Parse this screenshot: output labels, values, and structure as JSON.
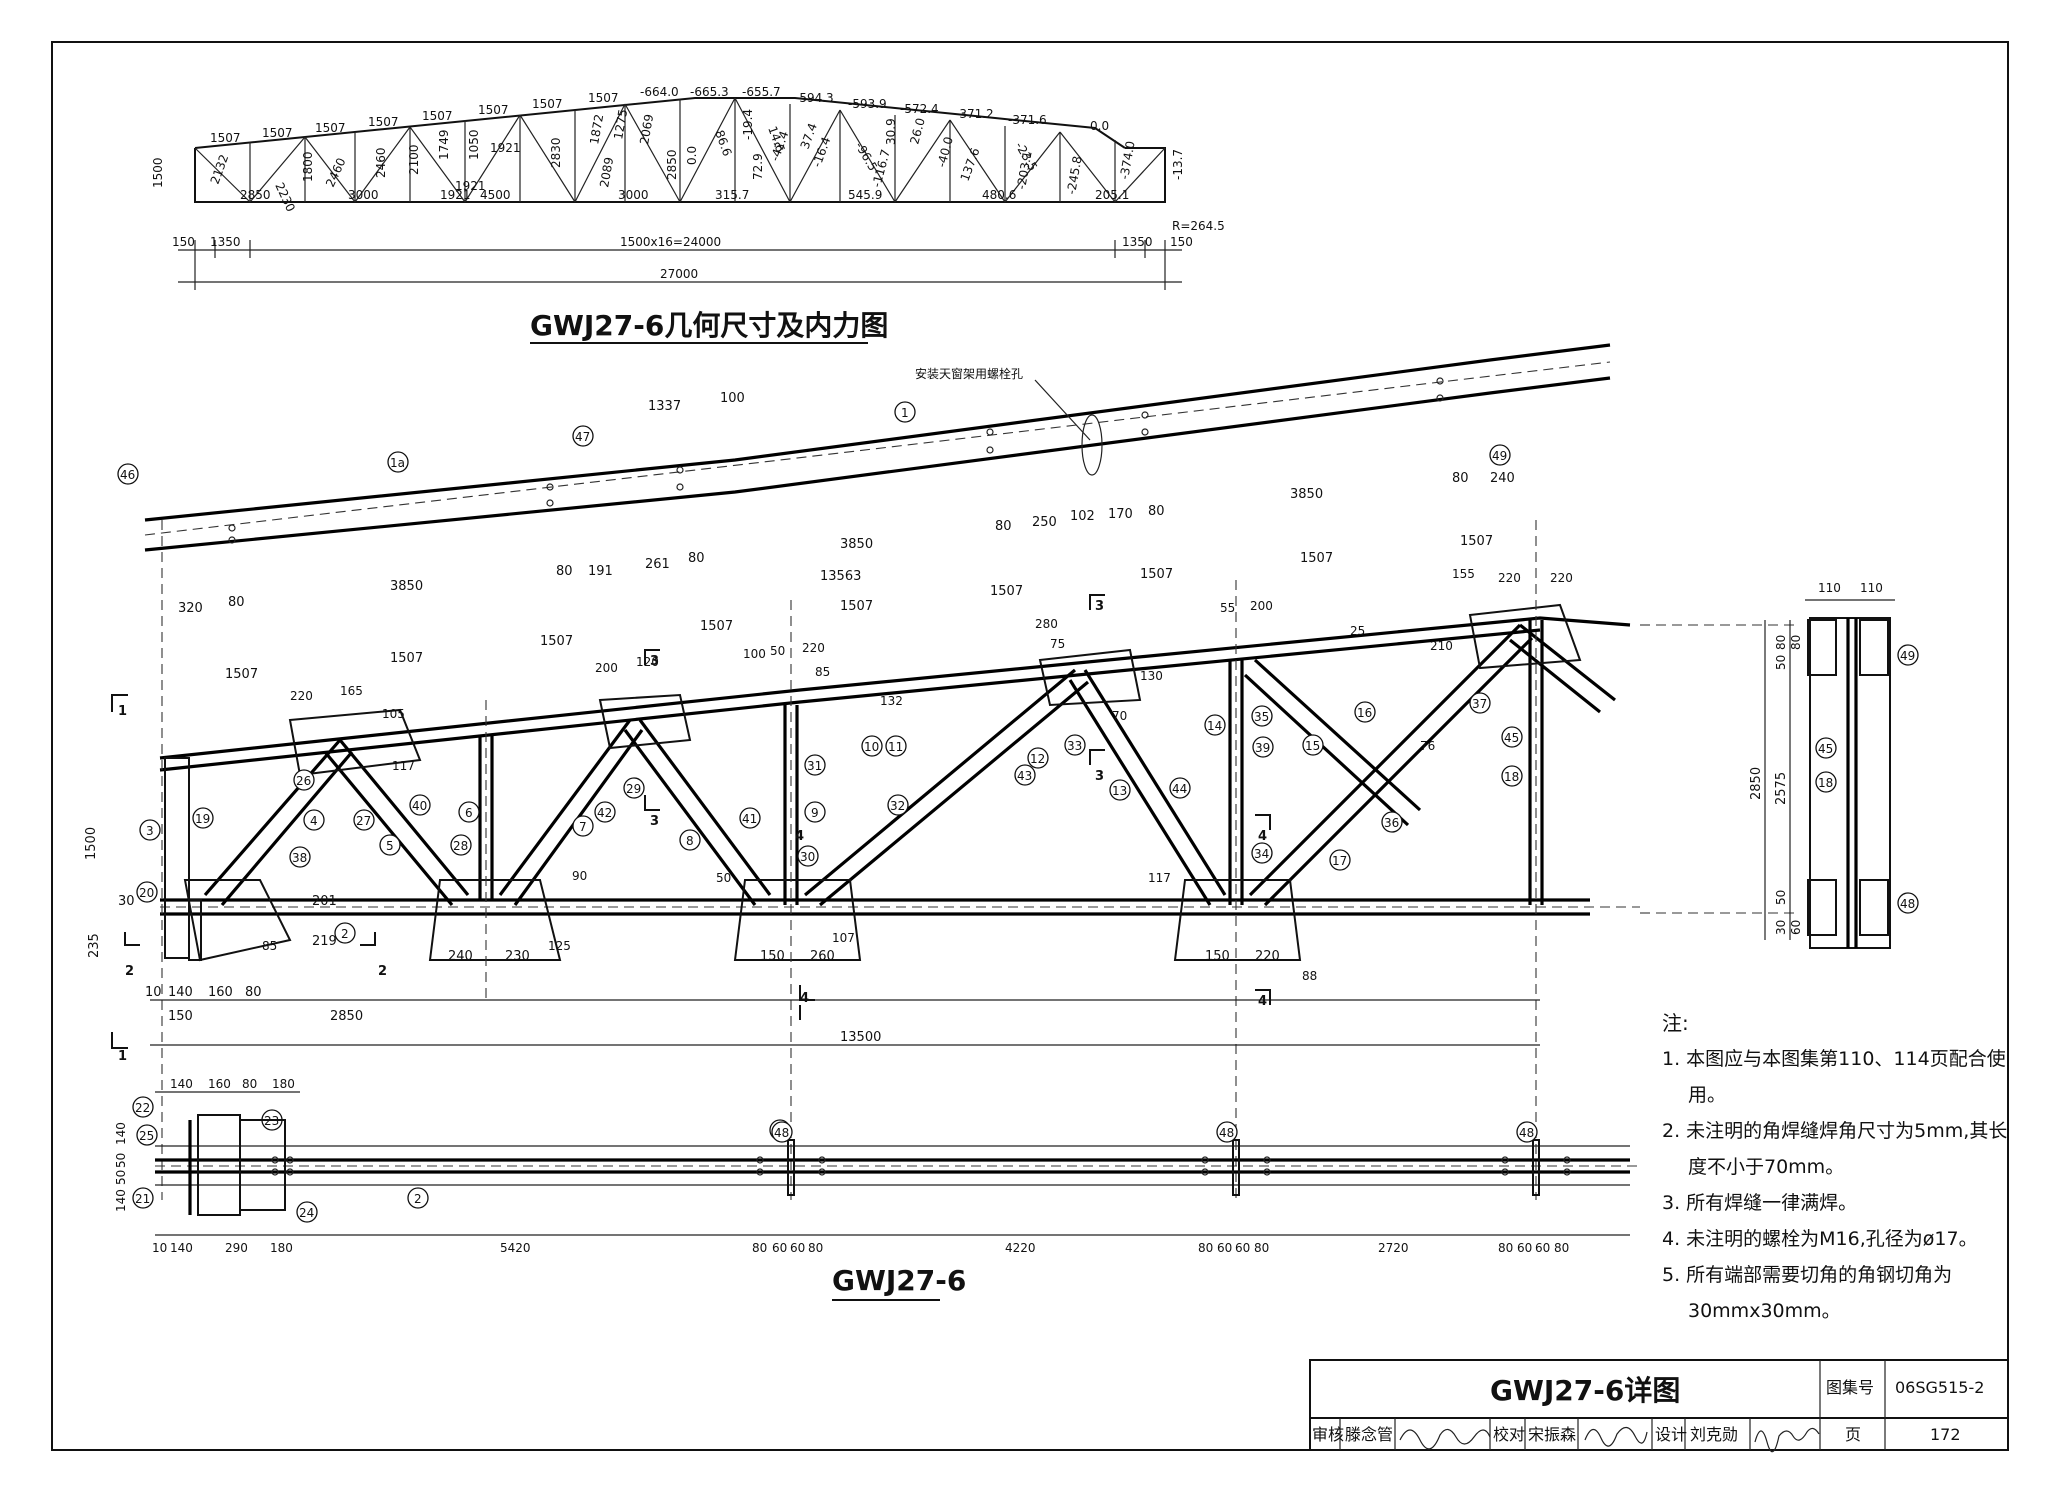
{
  "top_diagram": {
    "title": "GWJ27-6几何尺寸及内力图",
    "top_chord_forces": [
      "1507",
      "1507",
      "1507",
      "1507",
      "1507",
      "1507",
      "1507",
      "1507",
      "-664.0",
      "-665.3",
      "-655.7",
      "-594.3",
      "-593.9",
      "-572.4",
      "-371.2",
      "-371.6",
      "0.0"
    ],
    "web_labels": [
      "2132",
      "2230",
      "1800",
      "2460",
      "2460",
      "2100",
      "1749",
      "1050",
      "1921",
      "1921",
      "2830",
      "1872",
      "1275",
      "2069",
      "2089",
      "2850",
      "0.0",
      "86.6",
      "-19.4",
      "14.6",
      "72.9",
      "-42.4",
      "37.4",
      "-16.4",
      "-96.5",
      "30.9",
      "26.0",
      "-116.7",
      "-40.0",
      "137.6",
      "-23.5",
      "-203.1",
      "-245.8",
      "-374.0",
      "-13.7"
    ],
    "bottom_labels": [
      "2850",
      "3000",
      "1921",
      "4500",
      "3000",
      "315.7",
      "545.9",
      "480.6",
      "205.1"
    ],
    "height_label": "1500",
    "reaction": "R=264.5",
    "dims_row1": [
      "150",
      "1350",
      "1500x16=24000",
      "1350",
      "150"
    ],
    "total_span": "27000"
  },
  "main_elevation": {
    "note_bolt_hole": "安装天窗架用螺栓孔",
    "top_dims": [
      "1337",
      "100",
      "80",
      "191",
      "261",
      "80",
      "3850",
      "80",
      "250",
      "102",
      "170",
      "80",
      "3850",
      "80",
      "240",
      "320",
      "80",
      "3850"
    ],
    "panel_dims": [
      "13563",
      "1507",
      "1507",
      "1507",
      "1507",
      "1507",
      "1507",
      "1507",
      "1507",
      "1507"
    ],
    "bottom_dims": [
      "140",
      "160",
      "80",
      "150",
      "2850",
      "13500",
      "240",
      "230",
      "150",
      "260",
      "150",
      "220",
      "219",
      "201",
      "235",
      "30",
      "10"
    ],
    "gusset_dims": [
      "220",
      "165",
      "105",
      "117",
      "200",
      "120",
      "100",
      "50",
      "220",
      "85",
      "280",
      "75",
      "55",
      "200",
      "155",
      "220",
      "220",
      "210",
      "25",
      "132",
      "130",
      "90",
      "50",
      "117",
      "125",
      "107",
      "88",
      "85",
      "76",
      "70"
    ],
    "member_callouts": [
      "1a",
      "1",
      "2",
      "3",
      "4",
      "5",
      "6",
      "7",
      "8",
      "9",
      "10",
      "11",
      "12",
      "13",
      "14",
      "15",
      "16",
      "17",
      "18",
      "19",
      "20",
      "21",
      "22",
      "23",
      "24",
      "25",
      "26",
      "27",
      "28",
      "29",
      "30",
      "31",
      "32",
      "33",
      "34",
      "35",
      "36",
      "37",
      "38",
      "39",
      "40",
      "41",
      "42",
      "43",
      "44",
      "45",
      "46",
      "47",
      "48",
      "49"
    ],
    "section_marks": [
      "1",
      "1",
      "2",
      "2",
      "3",
      "3",
      "3",
      "3",
      "4",
      "4",
      "4",
      "4"
    ],
    "height": "1500"
  },
  "side_view": {
    "top_dims": [
      "110",
      "110"
    ],
    "height": "2850",
    "vert_dims": [
      "2575",
      "80",
      "50",
      "50",
      "30",
      "80",
      "60"
    ],
    "callouts": [
      "49",
      "45",
      "18",
      "48"
    ]
  },
  "bottom_plan": {
    "title": "GWJ27-6",
    "dims_top": [
      "140",
      "160",
      "80",
      "180"
    ],
    "dims_bottom": [
      "10",
      "140",
      "290",
      "180",
      "5420",
      "80",
      "60",
      "60",
      "80",
      "4220",
      "80",
      "60",
      "60",
      "80",
      "2720",
      "80",
      "60",
      "60",
      "80"
    ],
    "vert_dims": [
      "140",
      "50",
      "50",
      "140"
    ],
    "callouts": [
      "22",
      "25",
      "21",
      "23",
      "24",
      "2",
      "48",
      "48",
      "48"
    ]
  },
  "notes": {
    "head": "注:",
    "items": [
      "1. 本图应与本图集第110、114页配合使用。",
      "2. 未注明的角焊缝焊角尺寸为5mm,其长度不小于70mm。",
      "3. 所有焊缝一律满焊。",
      "4. 未注明的螺栓为M16,孔径为ø17。",
      "5. 所有端部需要切角的角钢切角为30mmx30mm。"
    ]
  },
  "title_block": {
    "drawing_title": "GWJ27-6详图",
    "atlas_label": "图集号",
    "atlas_no": "06SG515-2",
    "review_label": "审核",
    "reviewer": "滕念管",
    "check_label": "校对",
    "checker": "宋振森",
    "design_label": "设计",
    "designer": "刘克勋",
    "page_label": "页",
    "page_no": "172"
  }
}
